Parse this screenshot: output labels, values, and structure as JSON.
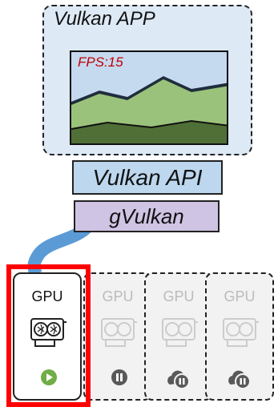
{
  "app": {
    "title": "Vulkan APP",
    "fps": "FPS:15"
  },
  "layers": {
    "api": "Vulkan API",
    "gvulkan": "gVulkan"
  },
  "gpus": [
    {
      "label": "GPU",
      "state": "running",
      "icon": "play-icon"
    },
    {
      "label": "GPU",
      "state": "paused",
      "icon": "pause-icon"
    },
    {
      "label": "GPU",
      "state": "cloud-paused",
      "icon": "cloud-pause-icon"
    },
    {
      "label": "GPU",
      "state": "cloud-paused",
      "icon": "cloud-pause-icon"
    }
  ],
  "colors": {
    "cable": "#5b9bd5",
    "highlight": "#ff0000",
    "play": "#70ad47",
    "pause": "#595959",
    "fps": "#c00000"
  }
}
